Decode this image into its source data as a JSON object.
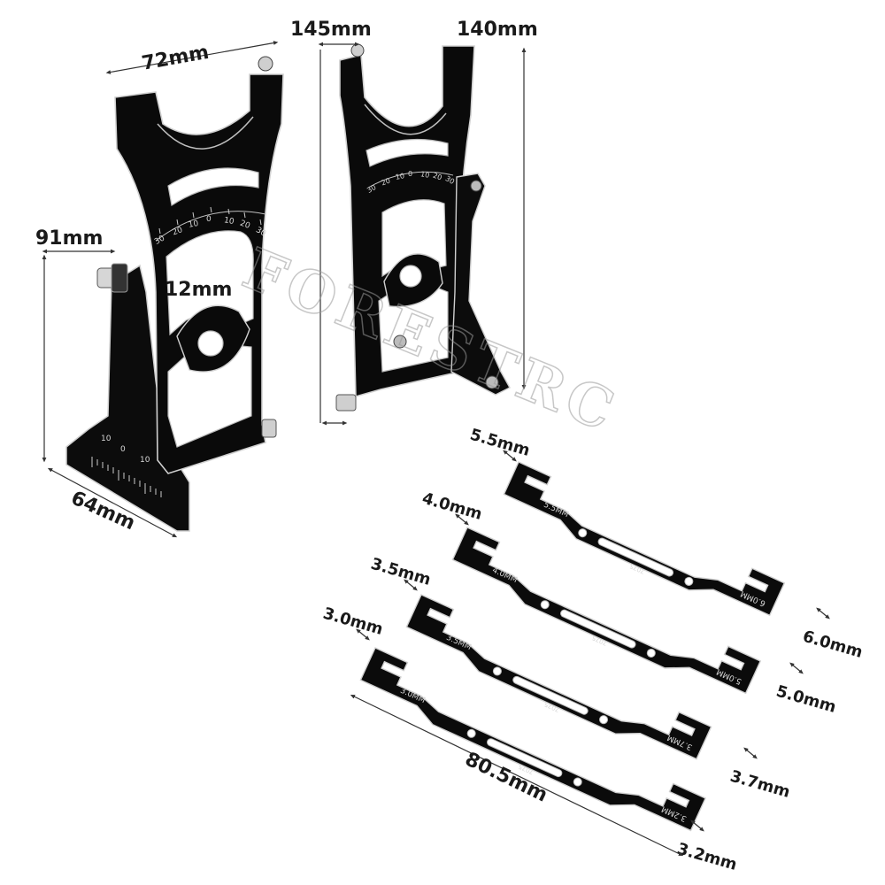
{
  "watermark": "FORESTRC",
  "gauge_dims": {
    "width": "72mm",
    "offset": "145mm",
    "height": "140mm",
    "base_height": "91mm",
    "hole": "12mm",
    "base_depth": "64mm"
  },
  "scale_upper": [
    "30",
    "20",
    "10",
    "0",
    "10",
    "20",
    "30"
  ],
  "scale_upper_right": [
    "30",
    "20",
    "10",
    "0",
    "10",
    "20",
    "30"
  ],
  "scale_lower": [
    "10",
    "0",
    "10"
  ],
  "wrenches": [
    {
      "left_dim": "5.5mm",
      "right_dim": "6.0mm",
      "left_engrave": "5.5MM",
      "right_engrave": "6.0MM",
      "mid_engrave": "7075"
    },
    {
      "left_dim": "4.0mm",
      "right_dim": "5.0mm",
      "left_engrave": "4.0MM",
      "right_engrave": "5.0MM",
      "mid_engrave": "7075"
    },
    {
      "left_dim": "3.5mm",
      "right_dim": "3.7mm",
      "left_engrave": "3.5MM",
      "right_engrave": "3.7MM",
      "mid_engrave": "7075"
    },
    {
      "left_dim": "3.0mm",
      "right_dim": "3.2mm",
      "left_engrave": "3.0MM",
      "right_engrave": "3.2MM",
      "mid_engrave": "7075"
    }
  ],
  "wrench_length": "80.5mm"
}
